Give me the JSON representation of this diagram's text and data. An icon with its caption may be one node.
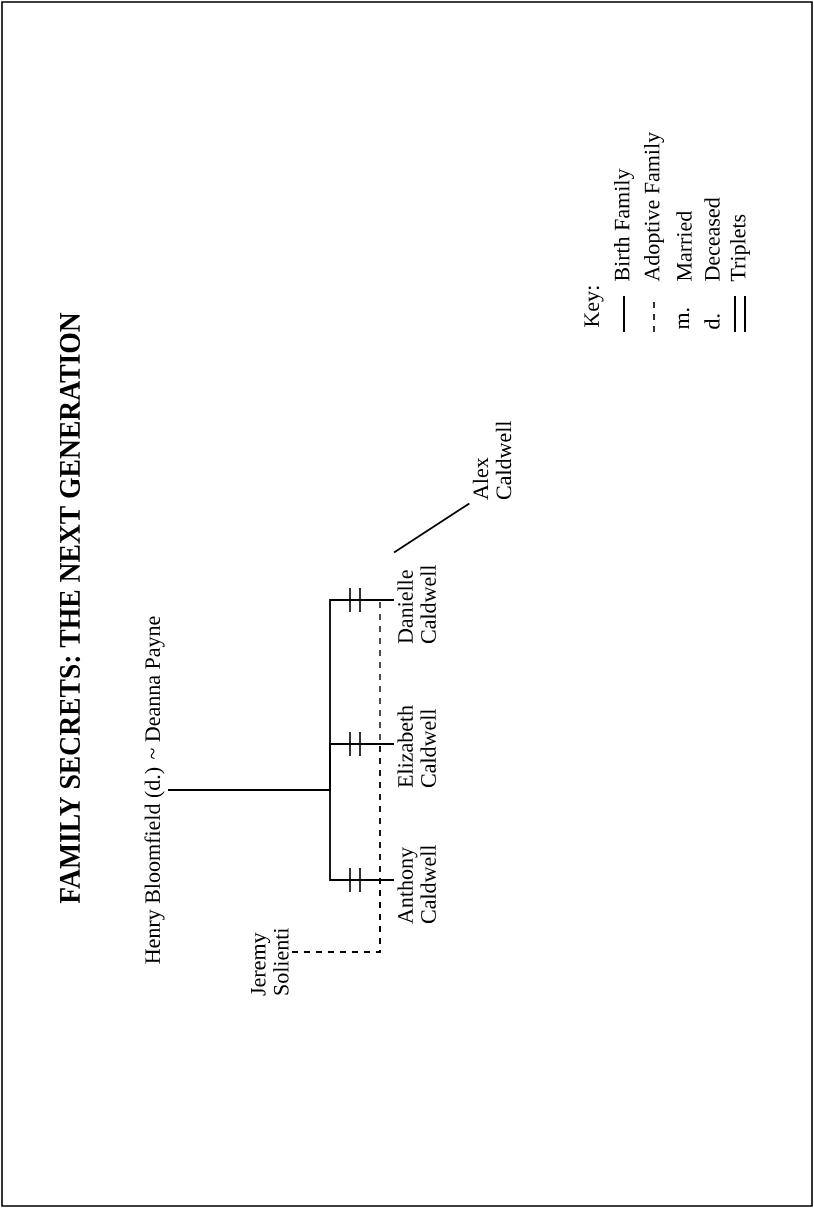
{
  "diagram": {
    "title": "FAMILY SECRETS: THE NEXT GENERATION",
    "nodes": [
      {
        "text": [
          "Henry Bloomfield (d.) ~ Deanna Payne"
        ]
      },
      {
        "text": [
          "Jeremy Solienti"
        ]
      },
      {
        "text": [
          "Anthony Caldwell"
        ]
      },
      {
        "text": [
          "Elizabeth Caldwell"
        ]
      },
      {
        "text": [
          "Danielle Caldwell"
        ]
      },
      {
        "text": [
          "Alex Caldwell"
        ]
      }
    ],
    "edges": [
      {
        "from": 0,
        "to": 2,
        "arrow": "none"
      },
      {
        "from": 0,
        "to": 3,
        "arrow": "none"
      },
      {
        "from": 0,
        "to": 4,
        "arrow": "none"
      },
      {
        "from": 1,
        "to": 2,
        "arrow": "none",
        "style": "dashed"
      },
      {
        "from": 1,
        "to": 3,
        "arrow": "none",
        "style": "dashed"
      },
      {
        "from": 1,
        "to": 4,
        "arrow": "none",
        "style": "dashed"
      },
      {
        "from": 4,
        "to": 5,
        "arrow": "none"
      }
    ],
    "labels": [
      "Key:",
      "m.",
      "d."
    ],
    "legend": [
      {
        "text": "Birth Family"
      },
      {
        "text": "Adoptive Family"
      },
      {
        "text": "Married"
      },
      {
        "text": "Deceased"
      },
      {
        "text": "Triplets"
      }
    ]
  }
}
